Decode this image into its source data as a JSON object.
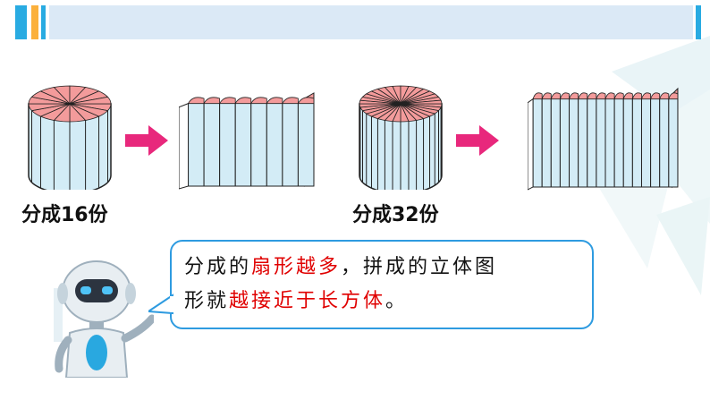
{
  "labels": {
    "left": "分成16份",
    "right": "分成32份"
  },
  "bubble": {
    "line1": {
      "p1": "分成的",
      "h1": "扇形越多",
      "p2": "，拼成的立体图"
    },
    "line2": {
      "p1": "形就",
      "h1": "越接近于长方体",
      "p2": "。"
    }
  },
  "colors": {
    "accent_blue": "#29abe2",
    "accent_orange": "#fbb03b",
    "header_strip": "#dbe9f6",
    "cylinder_side": "#d3ecf6",
    "sector_pink": "#f39b9b",
    "arrow": "#e8287c",
    "highlight_red": "#e00000",
    "bubble_border": "#2e9be0"
  },
  "icons": {
    "arrow": "right-arrow-icon",
    "robot": "robot-icon"
  }
}
